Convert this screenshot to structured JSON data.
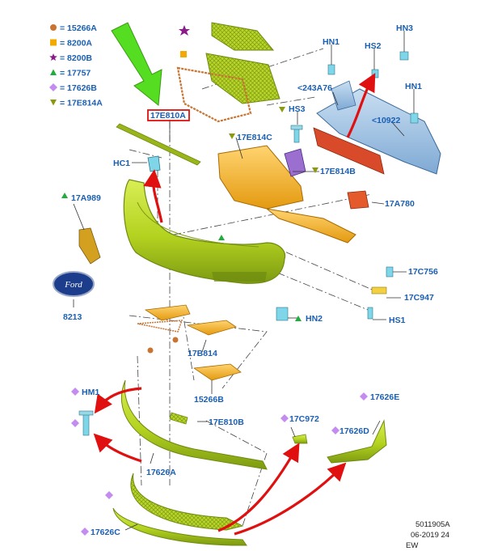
{
  "legend": [
    {
      "marker": "circle",
      "color": "#c87533",
      "text": "= 15266A"
    },
    {
      "marker": "square",
      "color": "#f2a900",
      "text": "= 8200A"
    },
    {
      "marker": "star",
      "color": "#8b1a8b",
      "text": "= 8200B"
    },
    {
      "marker": "triangle-up",
      "color": "#1fae3a",
      "text": "= 17757"
    },
    {
      "marker": "diamond",
      "color": "#c58cf0",
      "text": "= 17626B"
    },
    {
      "marker": "triangle-down",
      "color": "#8a9a10",
      "text": "= 17E814A"
    }
  ],
  "parts": {
    "p17E810A": "17E810A",
    "hc1": "HC1",
    "p17A989": "17A989",
    "p8213": "8213",
    "p17E814C": "17E814C",
    "hs3": "HS3",
    "p17E814B": "17E814B",
    "hn1a": "HN1",
    "hs2": "HS2",
    "hn3": "HN3",
    "p243A76": "<243A76",
    "hn1b": "HN1",
    "p10922": "<10922",
    "p17A780": "17A780",
    "p17C756": "17C756",
    "p17C947": "17C947",
    "hs1": "HS1",
    "hn2": "HN2",
    "p17B814": "17B814",
    "p15266B": "15266B",
    "hm1": "HM1",
    "p17E810B": "17E810B",
    "p17C972": "17C972",
    "p17626E": "17626E",
    "p17626D": "17626D",
    "p17626A": "17626A",
    "p17626C": "17626C"
  },
  "footer": {
    "line1": "5011905A",
    "line2": "06-2019 24",
    "line3": "EW"
  },
  "colors": {
    "label": "#1a5fb4",
    "green": "#b8d82a",
    "yellow": "#f2b320",
    "blue": "#9cc1e4",
    "red": "#d94a2a",
    "purple": "#9a6fd0",
    "arrow_red": "#e01010",
    "arrow_green": "#55dd22",
    "highlight_box": "#e01010"
  }
}
